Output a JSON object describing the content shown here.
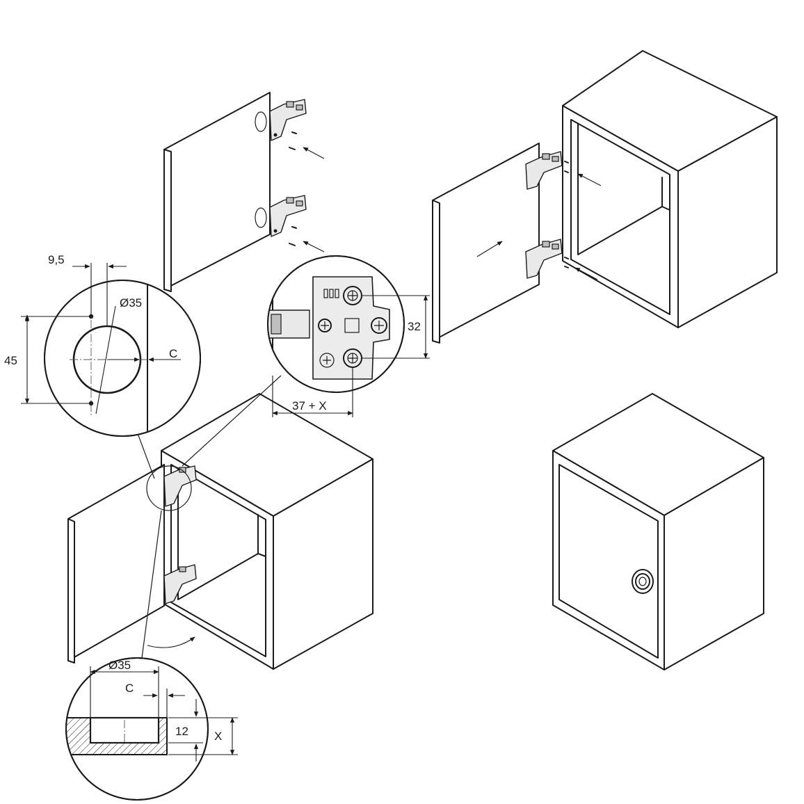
{
  "dimensions": {
    "edge_offset": "9,5",
    "cup_diameter_top": "Ø35",
    "hole_spacing": "45",
    "edge_distance_c_top": "C",
    "plate_height": "32",
    "plate_offset": "37 + X",
    "cup_diameter_section": "Ø35",
    "edge_distance_c_section": "C",
    "cup_depth": "12",
    "door_thickness": "X"
  },
  "colors": {
    "line": "#1a1a1a",
    "background": "#ffffff",
    "hinge_metal": "#e9e9e9"
  }
}
